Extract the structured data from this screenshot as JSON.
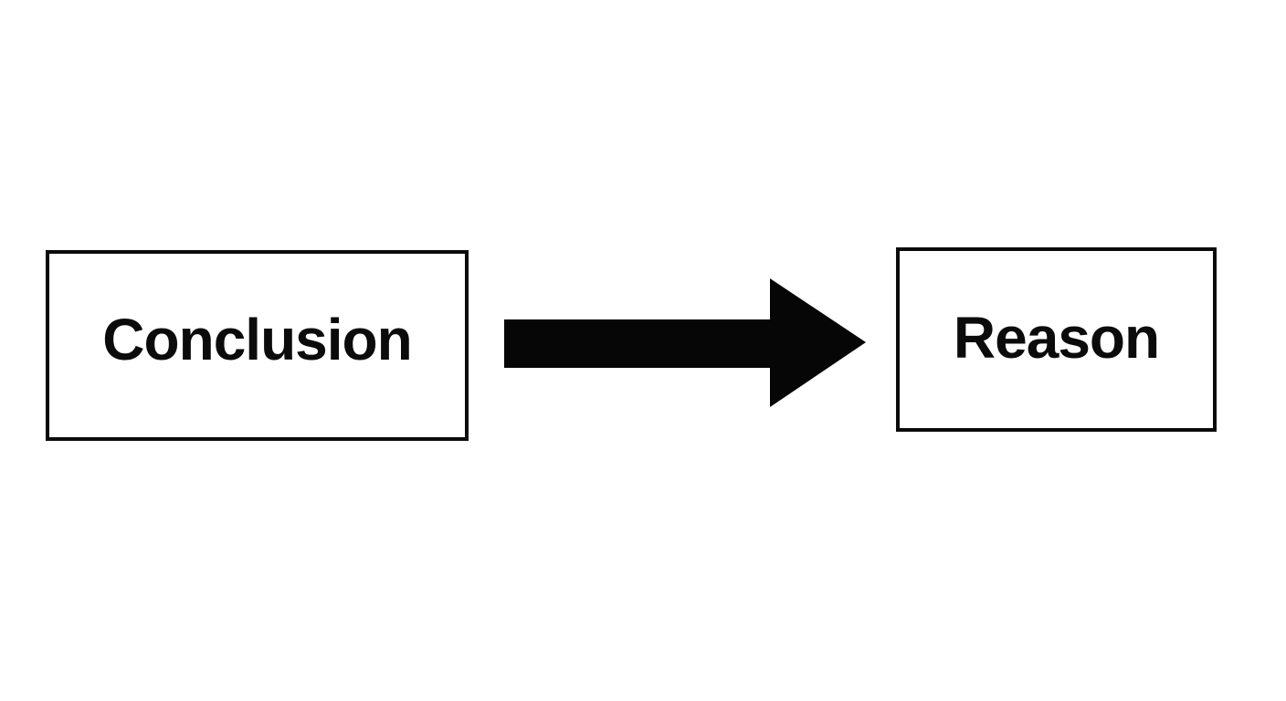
{
  "diagram": {
    "type": "flowchart",
    "background_color": "#ffffff",
    "nodes": [
      {
        "id": "conclusion",
        "label": "Conclusion",
        "shape": "rectangle"
      },
      {
        "id": "reason",
        "label": "Reason",
        "shape": "rectangle"
      }
    ],
    "edges": [
      {
        "from": "conclusion",
        "to": "reason",
        "direction": "right",
        "style": "solid-block-arrow"
      }
    ],
    "colors": {
      "box_border": "#0b0b0b",
      "text": "#0b0b0b",
      "arrow_fill": "#060606"
    }
  }
}
